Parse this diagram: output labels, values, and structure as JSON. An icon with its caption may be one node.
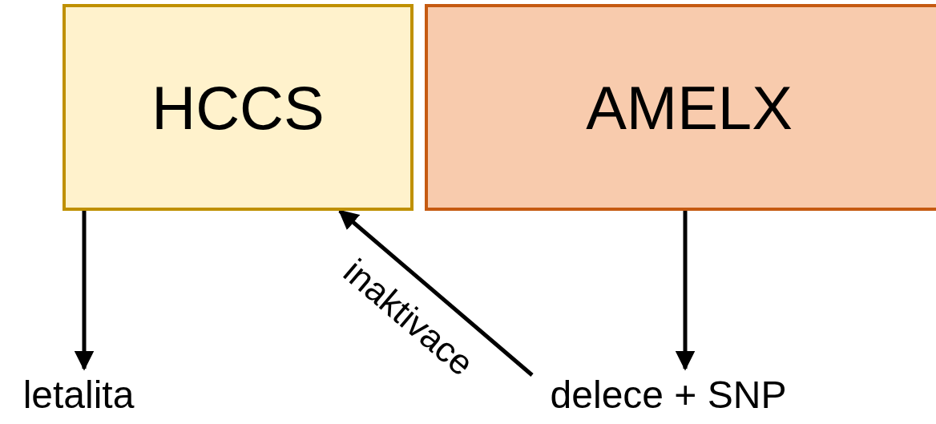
{
  "diagram": {
    "nodes": [
      {
        "text": [
          "HCCS"
        ]
      },
      {
        "text": [
          "AMELX"
        ]
      },
      {
        "text": [
          "letalita"
        ]
      },
      {
        "text": [
          "delece + SNP"
        ]
      }
    ],
    "edges": [
      {
        "from": 0,
        "to": 2,
        "arrow": "to"
      },
      {
        "from": 1,
        "to": 3,
        "arrow": "to"
      },
      {
        "from": 3,
        "to": 0,
        "arrow": "to",
        "label": "inaktivace"
      }
    ]
  }
}
